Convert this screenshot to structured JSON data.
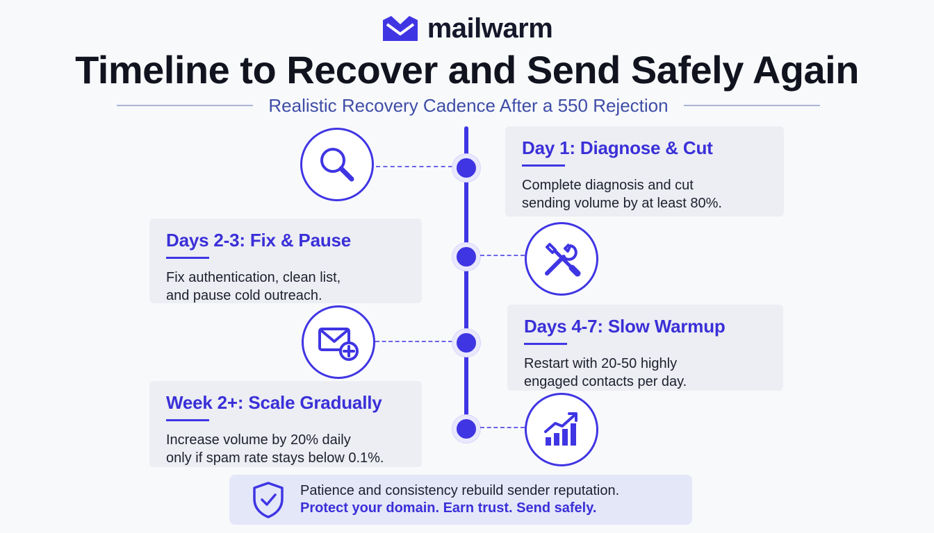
{
  "brand": {
    "name": "mailwarm",
    "logo_icon": "envelope-logo-icon",
    "accent": "#3f35e3"
  },
  "title": "Timeline to Recover and Send Safely Again",
  "subtitle": "Realistic Recovery Cadence After a 550 Rejection",
  "steps": [
    {
      "title": "Day 1: Diagnose & Cut",
      "body": "Complete diagnosis and cut\nsending volume by at least 80%.",
      "icon": "magnifier-icon"
    },
    {
      "title": "Days 2-3: Fix & Pause",
      "body": "Fix authentication, clean list,\nand pause cold outreach.",
      "icon": "tools-icon"
    },
    {
      "title": "Days 4-7: Slow Warmup",
      "body": "Restart with 20-50 highly\nengaged contacts per day.",
      "icon": "envelope-plus-icon"
    },
    {
      "title": "Week 2+: Scale Gradually",
      "body": "Increase volume by 20% daily\nonly if spam rate stays below 0.1%.",
      "icon": "growth-chart-icon"
    }
  ],
  "footer": {
    "line1": "Patience and consistency rebuild sender reputation.",
    "line2": "Protect your domain. Earn trust. Send safely.",
    "icon": "shield-check-icon"
  }
}
